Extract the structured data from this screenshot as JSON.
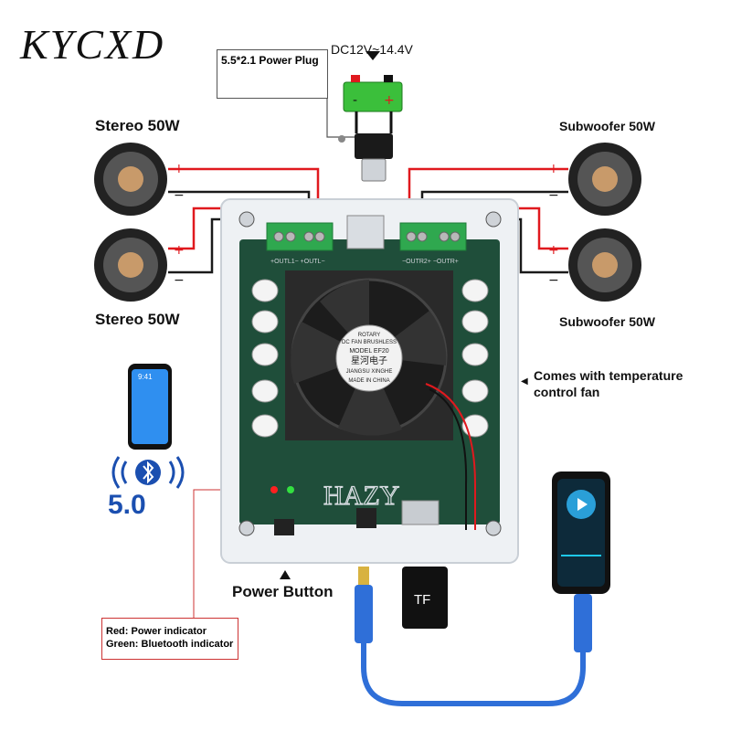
{
  "brand": "KYCXD",
  "power_plug": {
    "label": "5.5*2.1 Power Plug",
    "voltage": "DC12V~14.4V",
    "plus": "+",
    "minus": "-"
  },
  "speakers": {
    "left_top": "Stereo 50W",
    "left_bottom": "Stereo 50W",
    "right_top": "Subwoofer 50W",
    "right_bottom": "Subwoofer 50W",
    "plus": "+",
    "minus": "−"
  },
  "board": {
    "fan_text": [
      "ROTARY",
      "DC FAN BRUSHLESS",
      "MODEL EF20",
      "星河电子",
      "JIANGSU XINGHE",
      "MADE IN CHINA"
    ],
    "logo": "HAZY",
    "out_left": "+OUTL1− +OUTL−",
    "out_right": "−OUTR2+ −OUTR+"
  },
  "annotations": {
    "fan": [
      "Comes with temperature",
      "control fan"
    ],
    "power_button": "Power Button",
    "indicator_red": "Red: Power indicator",
    "indicator_green": "Green: Bluetooth indicator"
  },
  "bluetooth": {
    "version": "5.0",
    "phone_time": "9:41"
  },
  "tf_card": "TF",
  "colors": {
    "wire_red": "#e0191e",
    "wire_black": "#1a1a1a",
    "bt_blue": "#1b4fb0",
    "board_green": "#1f4e3a",
    "terminal_green": "#2fa84f"
  }
}
